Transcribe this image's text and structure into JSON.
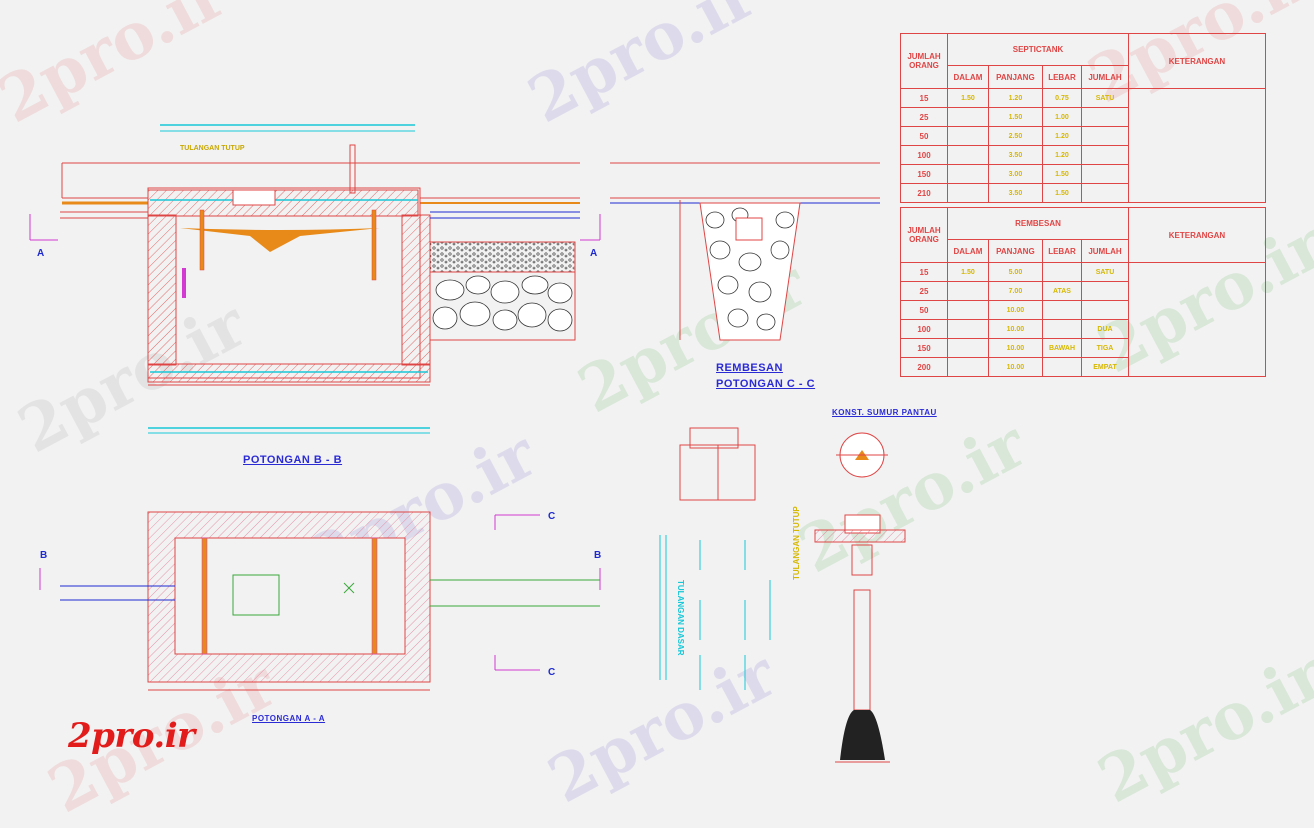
{
  "watermark": "2pro.ir",
  "brand_text": "2pro.ir",
  "section_letters": {
    "a": "A",
    "b": "B",
    "c": "C"
  },
  "titles": {
    "potongan_bb": "POTONGAN B - B",
    "potongan_aa": "POTONGAN A - A",
    "rembesan": "REMBESAN",
    "potongan_cc": "POTONGAN C - C",
    "sumur_pantau": "KONST. SUMUR PANTAU",
    "tulangan_tutup": "TULANGAN TUTUP",
    "tulangan_dasar": "TULANGAN DASAR",
    "tulangan_tutup_vert": "TULANGAN TUTUP"
  },
  "septictank_table": {
    "group_header": "SEPTICTANK",
    "jumlah_orang": "JUMLAH ORANG",
    "keterangan": "KETERANGAN",
    "columns": [
      "DALAM",
      "PANJANG",
      "LEBAR",
      "JUMLAH"
    ],
    "rows": [
      {
        "orang": "15",
        "dalam": "1.50",
        "panjang": "1.20",
        "lebar": "0.75",
        "jumlah": "SATU"
      },
      {
        "orang": "25",
        "dalam": "",
        "panjang": "1.50",
        "lebar": "1.00",
        "jumlah": ""
      },
      {
        "orang": "50",
        "dalam": "",
        "panjang": "2.50",
        "lebar": "1.20",
        "jumlah": ""
      },
      {
        "orang": "100",
        "dalam": "",
        "panjang": "3.50",
        "lebar": "1.20",
        "jumlah": ""
      },
      {
        "orang": "150",
        "dalam": "",
        "panjang": "3.00",
        "lebar": "1.50",
        "jumlah": ""
      },
      {
        "orang": "210",
        "dalam": "",
        "panjang": "3.50",
        "lebar": "1.50",
        "jumlah": ""
      }
    ]
  },
  "rembesan_table": {
    "group_header": "REMBESAN",
    "jumlah_orang": "JUMLAH ORANG",
    "keterangan": "KETERANGAN",
    "columns": [
      "DALAM",
      "PANJANG",
      "LEBAR",
      "JUMLAH"
    ],
    "rows": [
      {
        "orang": "15",
        "dalam": "1.50",
        "panjang": "5.00",
        "lebar": "",
        "jumlah": "SATU"
      },
      {
        "orang": "25",
        "dalam": "",
        "panjang": "7.00",
        "lebar": "ATAS",
        "jumlah": ""
      },
      {
        "orang": "50",
        "dalam": "",
        "panjang": "10.00",
        "lebar": "",
        "jumlah": ""
      },
      {
        "orang": "100",
        "dalam": "",
        "panjang": "10.00",
        "lebar": "",
        "jumlah": "DUA"
      },
      {
        "orang": "150",
        "dalam": "",
        "panjang": "10.00",
        "lebar": "BAWAH",
        "jumlah": "TIGA"
      },
      {
        "orang": "200",
        "dalam": "",
        "panjang": "10.00",
        "lebar": "",
        "jumlah": "EMPAT"
      }
    ]
  },
  "colors": {
    "cad_red": "#e04545",
    "cad_yellow": "#d6b800",
    "cad_cyan": "#18c8d8",
    "cad_magenta": "#d23ad2",
    "cad_blue": "#2b2bd6",
    "cad_green": "#3aa83a",
    "cad_orange": "#e88a1a",
    "brand_red": "#e21b1b"
  }
}
